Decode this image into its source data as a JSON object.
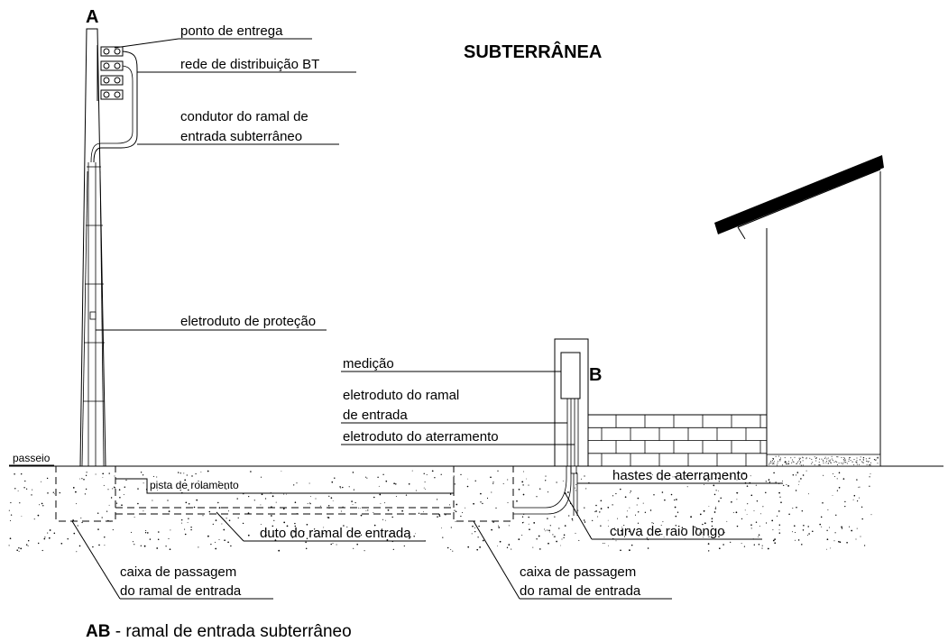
{
  "title": "SUBTERRÂNEA",
  "points": {
    "a": "A",
    "b": "B"
  },
  "labels": {
    "ponto_entrega": "ponto de entrega",
    "rede_bt": "rede de distribuição BT",
    "condutor_1": "condutor do ramal de",
    "condutor_2": "entrada subterrâneo",
    "eletroduto_protecao": "eletroduto de proteção",
    "medicao": "medição",
    "eletroduto_ramal_1": "eletroduto do ramal",
    "eletroduto_ramal_2": "de entrada",
    "eletroduto_aterramento": "eletroduto do aterramento",
    "passeio": "passeio",
    "pista": "pista de rolamento",
    "hastes": "hastes de aterramento",
    "duto": "duto do ramal de entrada",
    "curva": "curva de raio longo",
    "caixa_1_l1": "caixa de passagem",
    "caixa_1_l2": "do ramal de entrada",
    "caixa_2_l1": "caixa de passagem",
    "caixa_2_l2": "do ramal de entrada"
  },
  "caption": {
    "code": "AB",
    "text": " - ramal de entrada subterrâneo"
  }
}
